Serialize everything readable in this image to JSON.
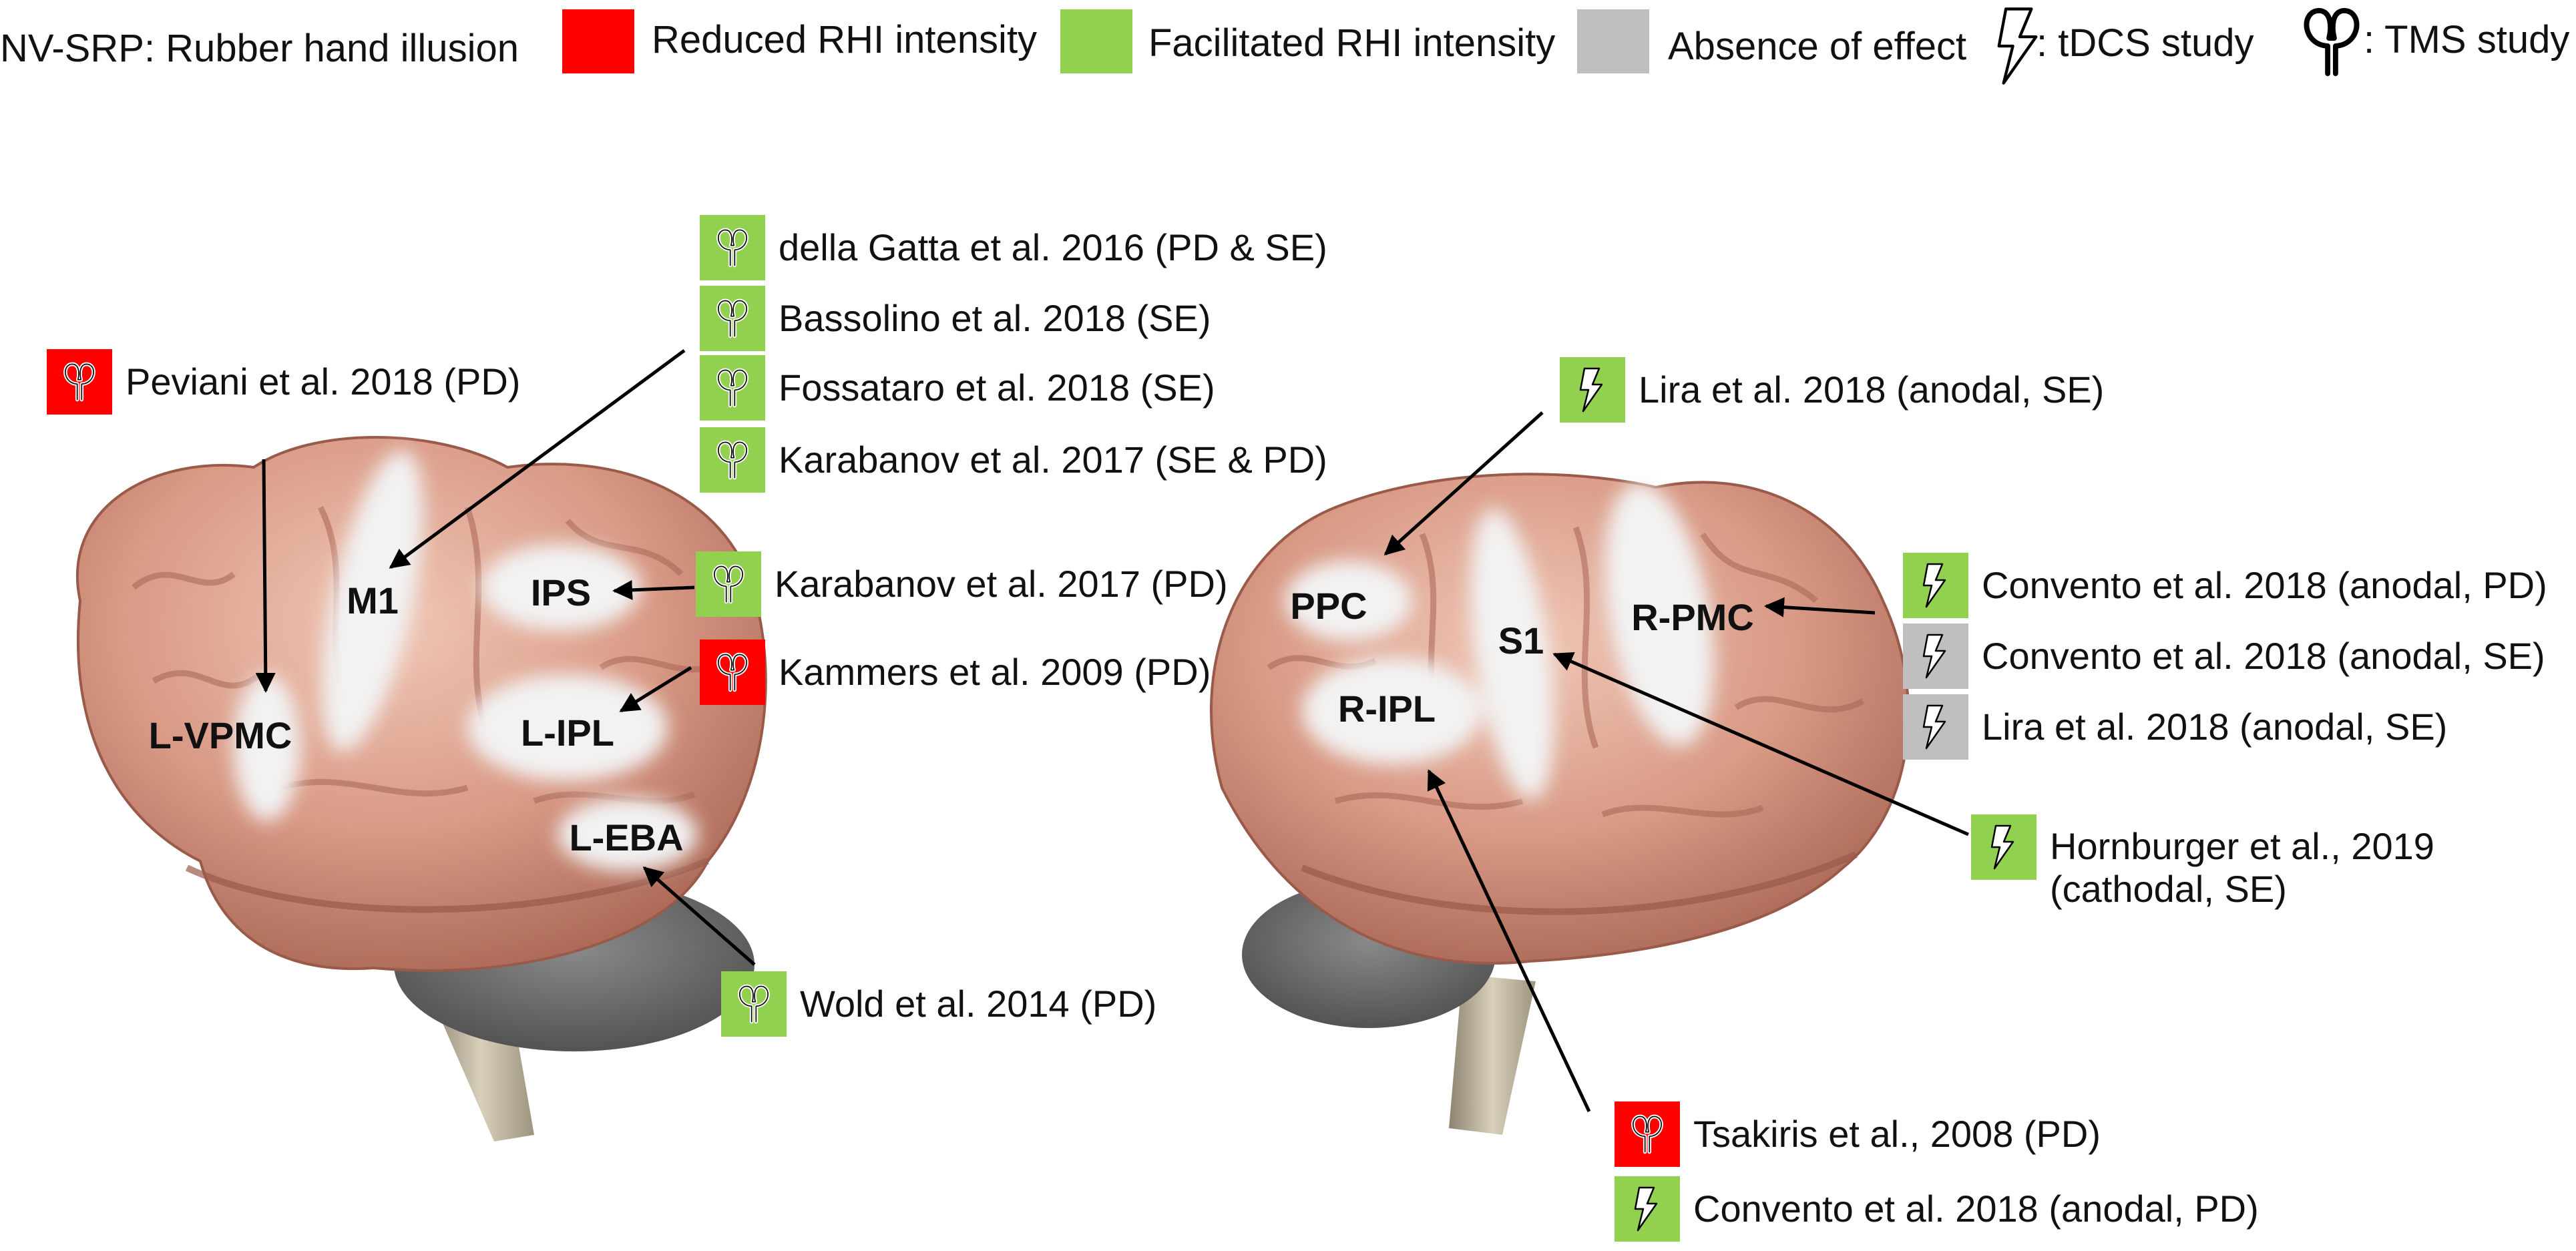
{
  "legend": {
    "title": "NV-SRP: Rubber hand illusion",
    "reduced": {
      "label": "Reduced RHI intensity",
      "color": "#ff0000"
    },
    "facilitated": {
      "label": "Facilitated RHI intensity",
      "color": "#92d050"
    },
    "absence": {
      "label": "Absence of effect",
      "color": "#bfbfbf"
    },
    "tdcs": {
      "label": ": tDCS study",
      "icon": "lightning-bolt-icon"
    },
    "tms": {
      "label": ": TMS study",
      "icon": "tms-coil-icon"
    }
  },
  "left_brain": {
    "regions": {
      "m1": "M1",
      "ips": "IPS",
      "l_vpmc": "L-VPMC",
      "l_ipl": "L-IPL",
      "l_eba": "L-EBA"
    },
    "studies": {
      "peviani": {
        "text": "Peviani et al. 2018 (PD)",
        "effect": "reduced",
        "method": "tms"
      },
      "della_gatta": {
        "text": "della Gatta et al. 2016 (PD & SE)",
        "effect": "facilitated",
        "method": "tms"
      },
      "bassolino": {
        "text": "Bassolino et al. 2018 (SE)",
        "effect": "facilitated",
        "method": "tms"
      },
      "fossataro": {
        "text": "Fossataro et al. 2018 (SE)",
        "effect": "facilitated",
        "method": "tms"
      },
      "karabanov_se_pd": {
        "text": "Karabanov et al. 2017 (SE & PD)",
        "effect": "facilitated",
        "method": "tms"
      },
      "karabanov_pd": {
        "text": "Karabanov et al. 2017 (PD)",
        "effect": "facilitated",
        "method": "tms"
      },
      "kammers": {
        "text": "Kammers et al. 2009 (PD)",
        "effect": "reduced",
        "method": "tms"
      },
      "wold": {
        "text": "Wold et al. 2014 (PD)",
        "effect": "facilitated",
        "method": "tms"
      }
    }
  },
  "right_brain": {
    "regions": {
      "ppc": "PPC",
      "s1": "S1",
      "r_pmc": "R-PMC",
      "r_ipl": "R-IPL"
    },
    "studies": {
      "lira_top": {
        "text": "Lira et al. 2018 (anodal, SE)",
        "effect": "facilitated",
        "method": "tdcs"
      },
      "convento_pd": {
        "text": "Convento et al. 2018 (anodal, PD)",
        "effect": "facilitated",
        "method": "tdcs"
      },
      "convento_se": {
        "text": "Convento et al. 2018 (anodal, SE)",
        "effect": "absence",
        "method": "tdcs"
      },
      "lira_mid": {
        "text": "Lira et al. 2018 (anodal, SE)",
        "effect": "absence",
        "method": "tdcs"
      },
      "hornburger_l1": {
        "text": "Hornburger et al., 2019",
        "effect": "facilitated",
        "method": "tdcs"
      },
      "hornburger_l2": {
        "text": "(cathodal, SE)"
      },
      "tsakiris": {
        "text": "Tsakiris et al., 2008 (PD)",
        "effect": "reduced",
        "method": "tms"
      },
      "convento_bottom": {
        "text": "Convento et al. 2018 (anodal, PD)",
        "effect": "facilitated",
        "method": "tdcs"
      }
    }
  }
}
